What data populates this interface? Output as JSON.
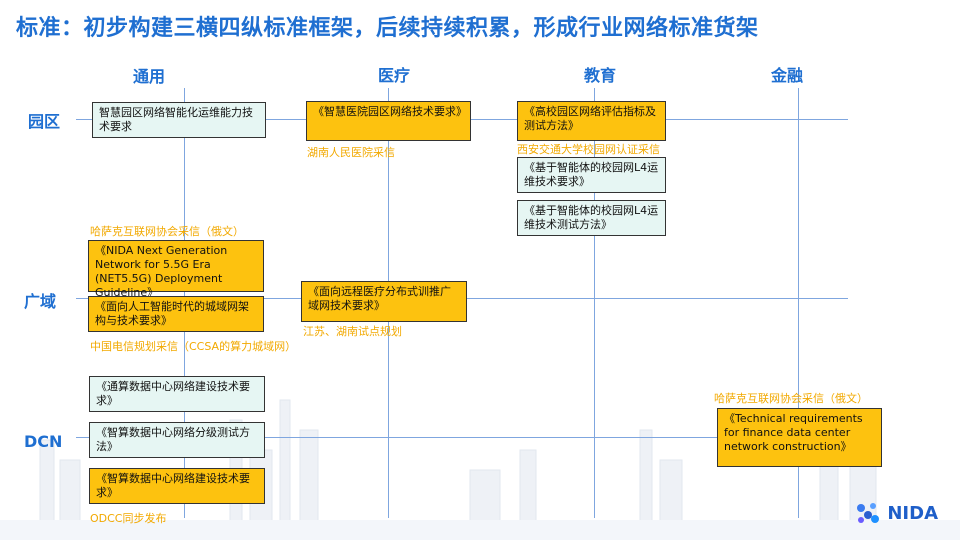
{
  "title": "标准：初步构建三横四纵标准框架，后续持续积累，形成行业网络标准货架",
  "columns": [
    "通用",
    "医疗",
    "教育",
    "金融"
  ],
  "rows": [
    "园区",
    "广域",
    "DCN"
  ],
  "boxes": {
    "b1": "智慧园区网络智能化运维能力技术要求",
    "b2": "《智慧医院园区网络技术要求》",
    "b3": "《高校园区网络评估指标及测试方法》",
    "b4": "《基于智能体的校园网L4运维技术要求》",
    "b5": "《基于智能体的校园网L4运维技术测试方法》",
    "b6": "《NIDA Next Generation Network for 5.5G Era (NET5.5G) Deployment Guideline》",
    "b7": "《面向人工智能时代的城域网架构与技术要求》",
    "b8": "《面向远程医疗分布式训推广域网技术要求》",
    "b9": "《通算数据中心网络建设技术要求》",
    "b10": "《智算数据中心网络分级测试方法》",
    "b11": "《智算数据中心网络建设技术要求》",
    "b12": "《Technical requirements for finance data center network construction》"
  },
  "notes": {
    "n1": "湖南人民医院采信",
    "n2": "西安交通大学校园网认证采信",
    "n3": "哈萨克互联网协会采信（俄文）",
    "n4": "江苏、湖南试点规划",
    "n5": "中国电信规划采信（CCSA的算力城域网）",
    "n6": "哈萨克互联网协会采信（俄文）",
    "n7": "ODCC同步发布"
  },
  "logo": {
    "text": "NIDA",
    "icon": "nida-logo-icon"
  },
  "colors": {
    "accent": "#1f6fd1",
    "gold": "#fdc20f",
    "mint": "#e6f6f3",
    "note": "#f2a900"
  }
}
